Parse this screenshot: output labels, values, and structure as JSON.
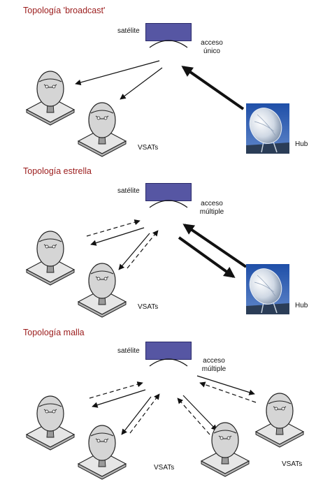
{
  "sections": [
    {
      "title": "Topología 'broadcast'",
      "satellite": "satélite",
      "access": "acceso\nunico",
      "access_line1": "acceso",
      "access_line2": "único",
      "vsat_label": "VSATs",
      "hub_label": "Hub"
    },
    {
      "title": "Topología estrella",
      "satellite": "satélite",
      "access_line1": "acceso",
      "access_line2": "múltiple",
      "vsat_label": "VSATs",
      "hub_label": "Hub"
    },
    {
      "title": "Topología malla",
      "satellite": "satélite",
      "access_line1": "acceso",
      "access_line2": "múltiple",
      "vsat_label": "VSATs",
      "vsat_label_2": "VSATs"
    }
  ],
  "colors": {
    "title": "#9b1c1c",
    "satellite": "#5656a3",
    "terminal": "#d9d9d9"
  }
}
